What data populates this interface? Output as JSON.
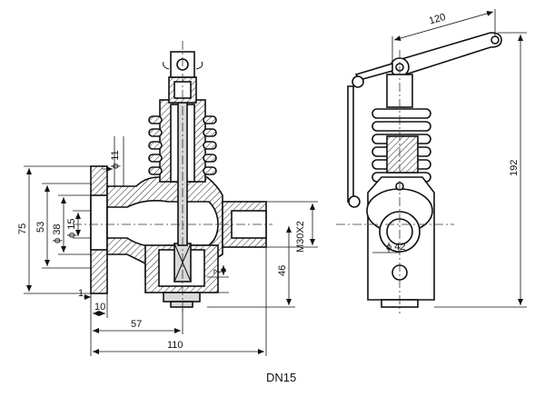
{
  "caption": "DN15",
  "dimensions": {
    "d120": "120",
    "d192": "192",
    "d75": "75",
    "d53": "53",
    "d38": "ϕ 38",
    "d15": "ϕ 15",
    "d11": "ϕ 11",
    "m30": "M30X2",
    "d46": "46",
    "d7": "7",
    "d1": "1",
    "d10": "10",
    "d57": "57",
    "d110": "110",
    "d42": "ϕ 42"
  }
}
